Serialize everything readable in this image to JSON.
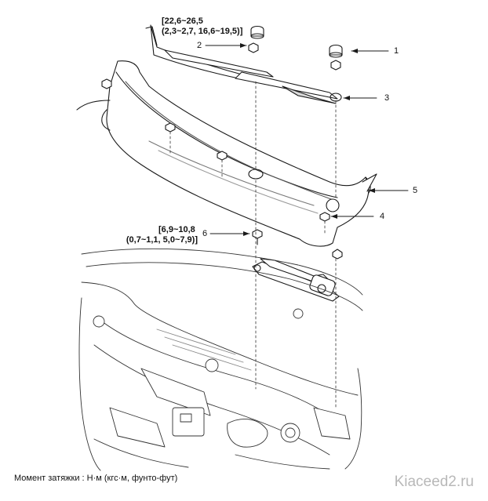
{
  "torque_labels": {
    "arm_nut": {
      "line1": "[22,6~26,5",
      "line2": "(2,3~2,7, 16,6~19,5)]"
    },
    "motor_bolt": {
      "line1": "[6,9~10,8",
      "line2": "(0,7~1,1, 5,0~7,9)]"
    }
  },
  "callouts": [
    "1",
    "2",
    "3",
    "4",
    "5",
    "6"
  ],
  "footer_note": "Момент затяжки : Н·м (кгс·м, фунто-фут)",
  "watermark": "Kiaceed2.ru",
  "colors": {
    "line": "#1a1a1a",
    "fill": "#ffffff",
    "shade": "#d9d9d9",
    "watermark": "#b8b8b8"
  }
}
